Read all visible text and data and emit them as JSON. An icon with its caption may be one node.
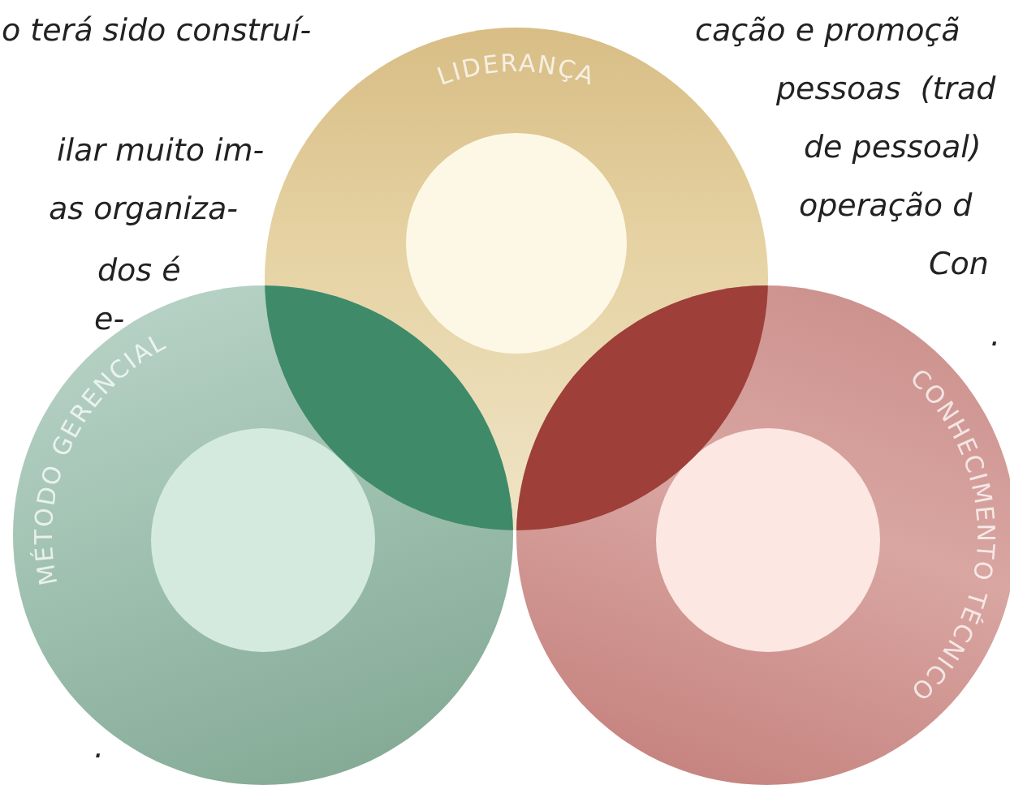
{
  "diagram": {
    "nodes": [
      {
        "text": [
          "LIDERANÇA"
        ]
      },
      {
        "text": [],
        "shape": "circle",
        "in": 0
      },
      {
        "text": [
          "MÉTODO GERENCIAL"
        ]
      },
      {
        "text": [],
        "shape": "circle",
        "in": 2
      },
      {
        "text": [
          "CONHECIMENTO TÉCNICO"
        ]
      },
      {
        "text": [],
        "shape": "circle",
        "in": 4
      },
      {
        "text": [],
        "shape": "lens"
      },
      {
        "text": [],
        "shape": "lens"
      }
    ],
    "labels": [
      "o terá sido construí-",
      "ilar muito im-",
      "as organiza-",
      "dos é",
      "e-",
      ".",
      "cação e promoçã",
      "pessoas  (trad",
      "de pessoal)",
      "operação d",
      "Con",
      "."
    ]
  }
}
